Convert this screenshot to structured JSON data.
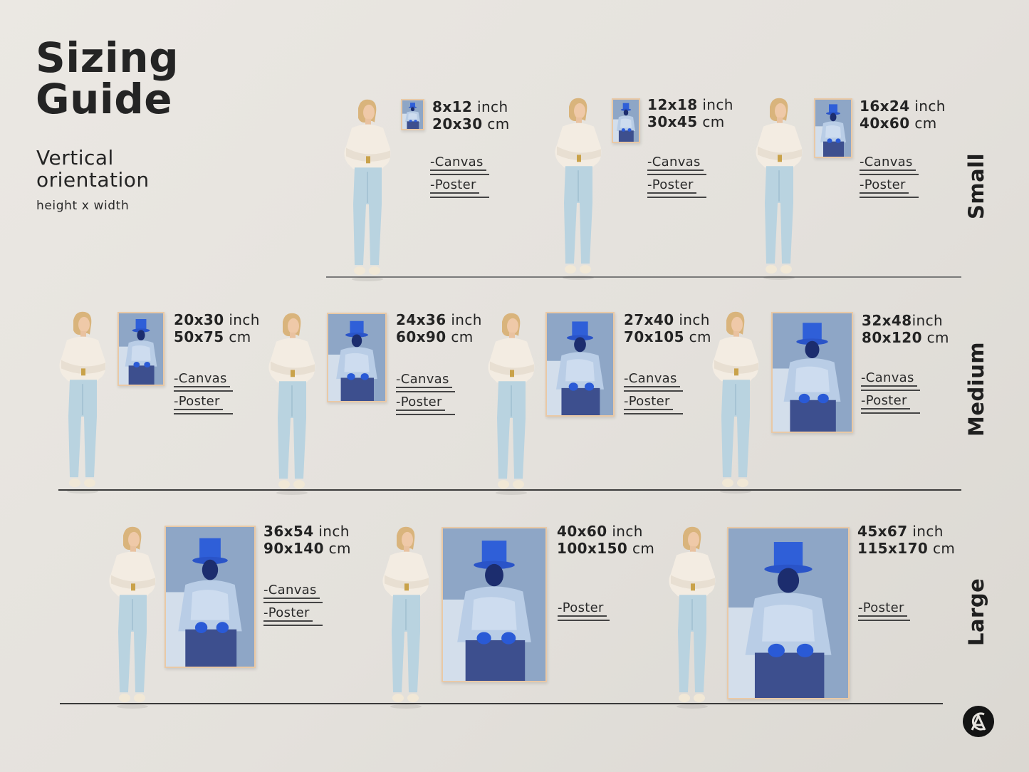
{
  "header": {
    "title_line1": "Sizing",
    "title_line2": "Guide",
    "subtitle_line1": "Vertical",
    "subtitle_line2": "orientation",
    "note": "height x width"
  },
  "categories": {
    "small": "Small",
    "medium": "Medium",
    "large": "Large"
  },
  "units": {
    "inch": "inch",
    "cm": "cm"
  },
  "sizes": [
    {
      "inch": "8x12",
      "cm": "20x30",
      "options": [
        "-Canvas",
        "-Poster"
      ]
    },
    {
      "inch": "12x18",
      "cm": "30x45",
      "options": [
        "-Canvas",
        "-Poster"
      ]
    },
    {
      "inch": "16x24",
      "cm": "40x60",
      "options": [
        "-Canvas",
        "-Poster"
      ]
    },
    {
      "inch": "20x30",
      "cm": "50x75",
      "options": [
        "-Canvas",
        "-Poster"
      ]
    },
    {
      "inch": "24x36",
      "cm": "60x90",
      "options": [
        "-Canvas",
        "-Poster"
      ]
    },
    {
      "inch": "27x40",
      "cm": "70x105",
      "options": [
        "-Canvas",
        "-Poster"
      ]
    },
    {
      "inch": "32x48",
      "cm": "80x120",
      "options": [
        "-Canvas",
        "-Poster"
      ]
    },
    {
      "inch": "36x54",
      "cm": "90x140",
      "options": [
        "-Canvas",
        "-Poster"
      ]
    },
    {
      "inch": "40x60",
      "cm": "100x150",
      "options": [
        "-Poster"
      ]
    },
    {
      "inch": "45x67",
      "cm": "115x170",
      "options": [
        "-Poster"
      ]
    }
  ],
  "logo": {
    "icon": "ca-monogram-logo",
    "letters": "CA"
  },
  "colors": {
    "background": "#e6e3de",
    "text": "#232323",
    "frame": "#e9c9a6",
    "artwork_blue": "#2f5fd8",
    "artwork_wall": "#8ea6c6",
    "jeans": "#b9d3e0",
    "shirt": "#f3ece2"
  }
}
